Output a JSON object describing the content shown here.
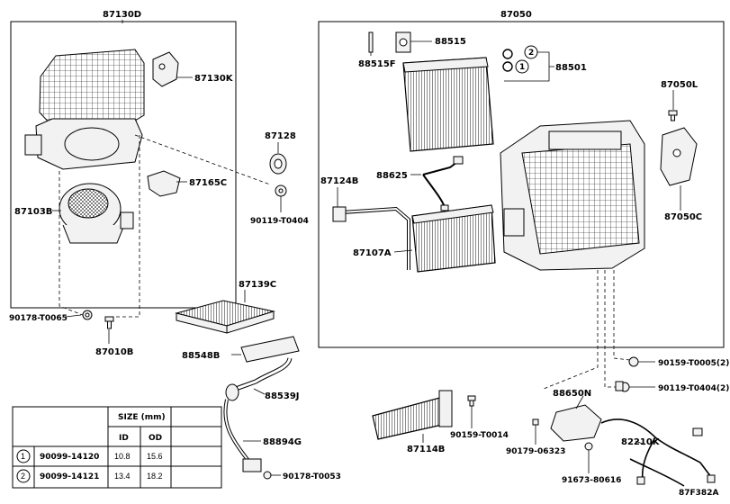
{
  "diagram_code": "87F382A",
  "part_labels": {
    "p87130D": "87130D",
    "p87130K": "87130K",
    "p87165C": "87165C",
    "p87103B": "87103B",
    "p90178_T0065": "90178-T0065",
    "p87010B": "87010B",
    "p87128": "87128",
    "p90119_T0404": "90119-T0404",
    "p87139C": "87139C",
    "p88548B": "88548B",
    "p88539J": "88539J",
    "p88894G": "88894G",
    "p90178_T0053": "90178-T0053",
    "p87050": "87050",
    "p88515": "88515",
    "p88515F": "88515F",
    "p88501": "88501",
    "p87050L": "87050L",
    "p88625": "88625",
    "p87124B": "87124B",
    "p87050C": "87050C",
    "p87107A": "87107A",
    "p90159_T0005_2": "90159-T0005(2)",
    "p90119_T0404_2": "90119-T0404(2)",
    "p88650N": "88650N",
    "p82210K": "82210K",
    "p87114B": "87114B",
    "p90159_T0014": "90159-T0014",
    "p90179_06323": "90179-06323",
    "p91673_80616": "91673-80616"
  },
  "ring_callouts": [
    "2",
    "1"
  ],
  "size_table": {
    "title": "SIZE (mm)",
    "col_id": "ID",
    "col_od": "OD",
    "rows": [
      {
        "ref": "1",
        "part": "90099-14120",
        "id": "10.8",
        "od": "15.6"
      },
      {
        "ref": "2",
        "part": "90099-14121",
        "id": "13.4",
        "od": "18.2"
      }
    ]
  }
}
